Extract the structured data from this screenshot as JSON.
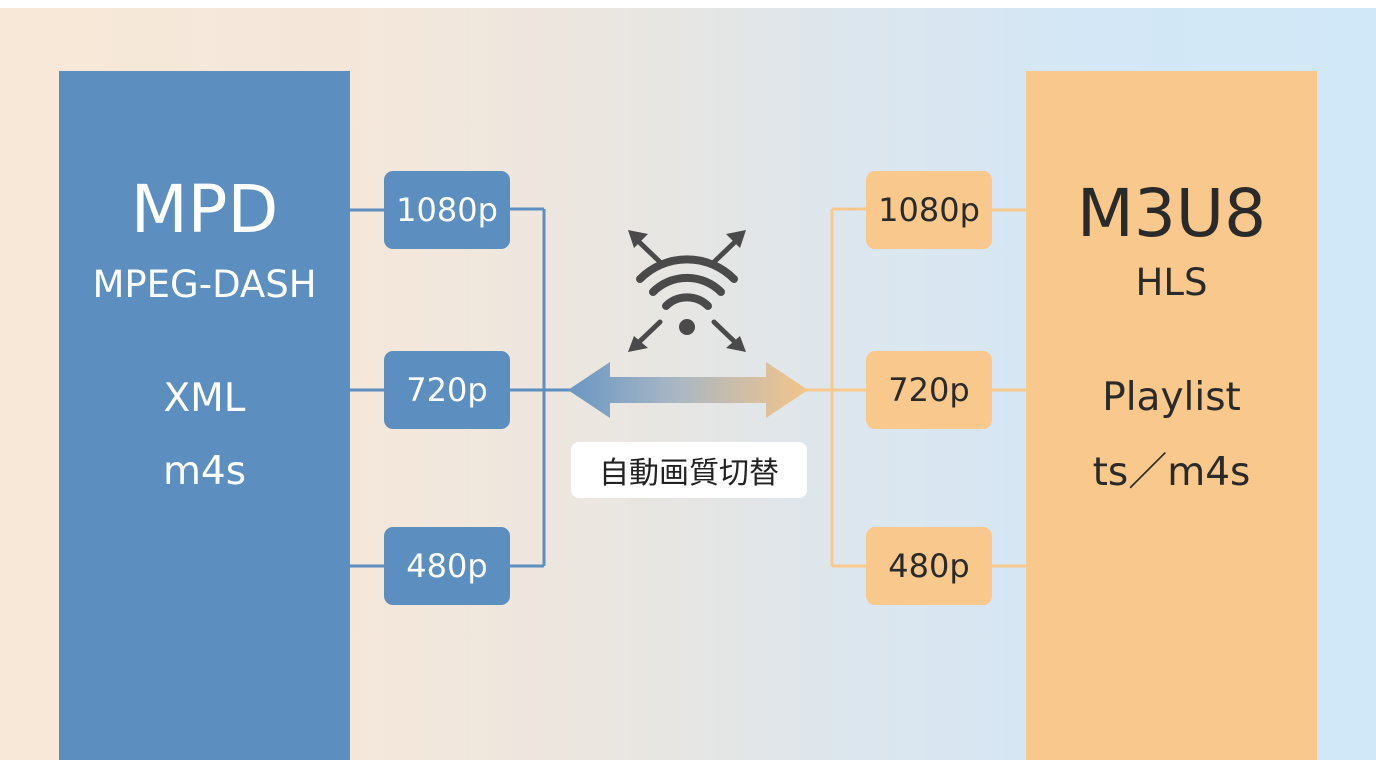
{
  "left_panel": {
    "title": "MPD",
    "subtitle": "MPEG-DASH",
    "format": "XML",
    "segment": "m4s",
    "color": "#5c8ebf"
  },
  "right_panel": {
    "title": "M3U8",
    "subtitle": "HLS",
    "format": "Playlist",
    "segment": "ts／m4s",
    "color": "#f8c88c"
  },
  "left_resolutions": [
    "1080p",
    "720p",
    "480p"
  ],
  "right_resolutions": [
    "1080p",
    "720p",
    "480p"
  ],
  "center": {
    "icon": "wifi-signal-icon",
    "label": "自動画質切替"
  }
}
